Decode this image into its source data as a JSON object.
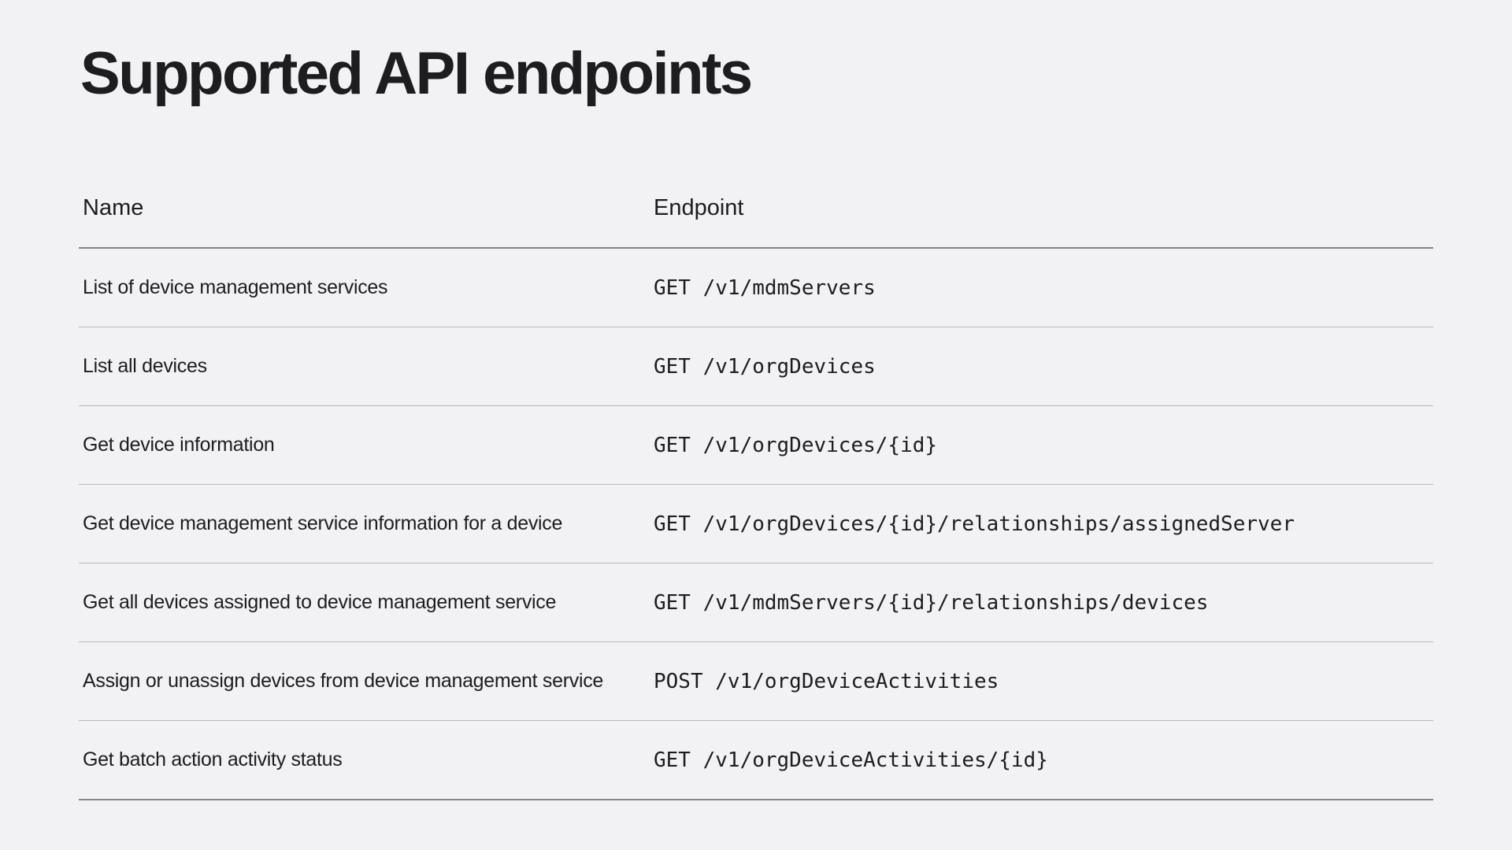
{
  "title": "Supported API endpoints",
  "table": {
    "headers": {
      "name": "Name",
      "endpoint": "Endpoint"
    },
    "rows": [
      {
        "name": "List of device management services",
        "endpoint": "GET /v1/mdmServers"
      },
      {
        "name": "List all devices",
        "endpoint": "GET /v1/orgDevices"
      },
      {
        "name": "Get device information",
        "endpoint": "GET /v1/orgDevices/{id}"
      },
      {
        "name": "Get device management service information for a device",
        "endpoint": "GET /v1/orgDevices/{id}/relationships/assignedServer"
      },
      {
        "name": "Get all devices assigned to device management service",
        "endpoint": "GET /v1/mdmServers/{id}/relationships/devices"
      },
      {
        "name": "Assign or unassign devices from device management service",
        "endpoint": "POST /v1/orgDeviceActivities"
      },
      {
        "name": "Get batch action activity status",
        "endpoint": "GET /v1/orgDeviceActivities/{id}"
      }
    ]
  }
}
